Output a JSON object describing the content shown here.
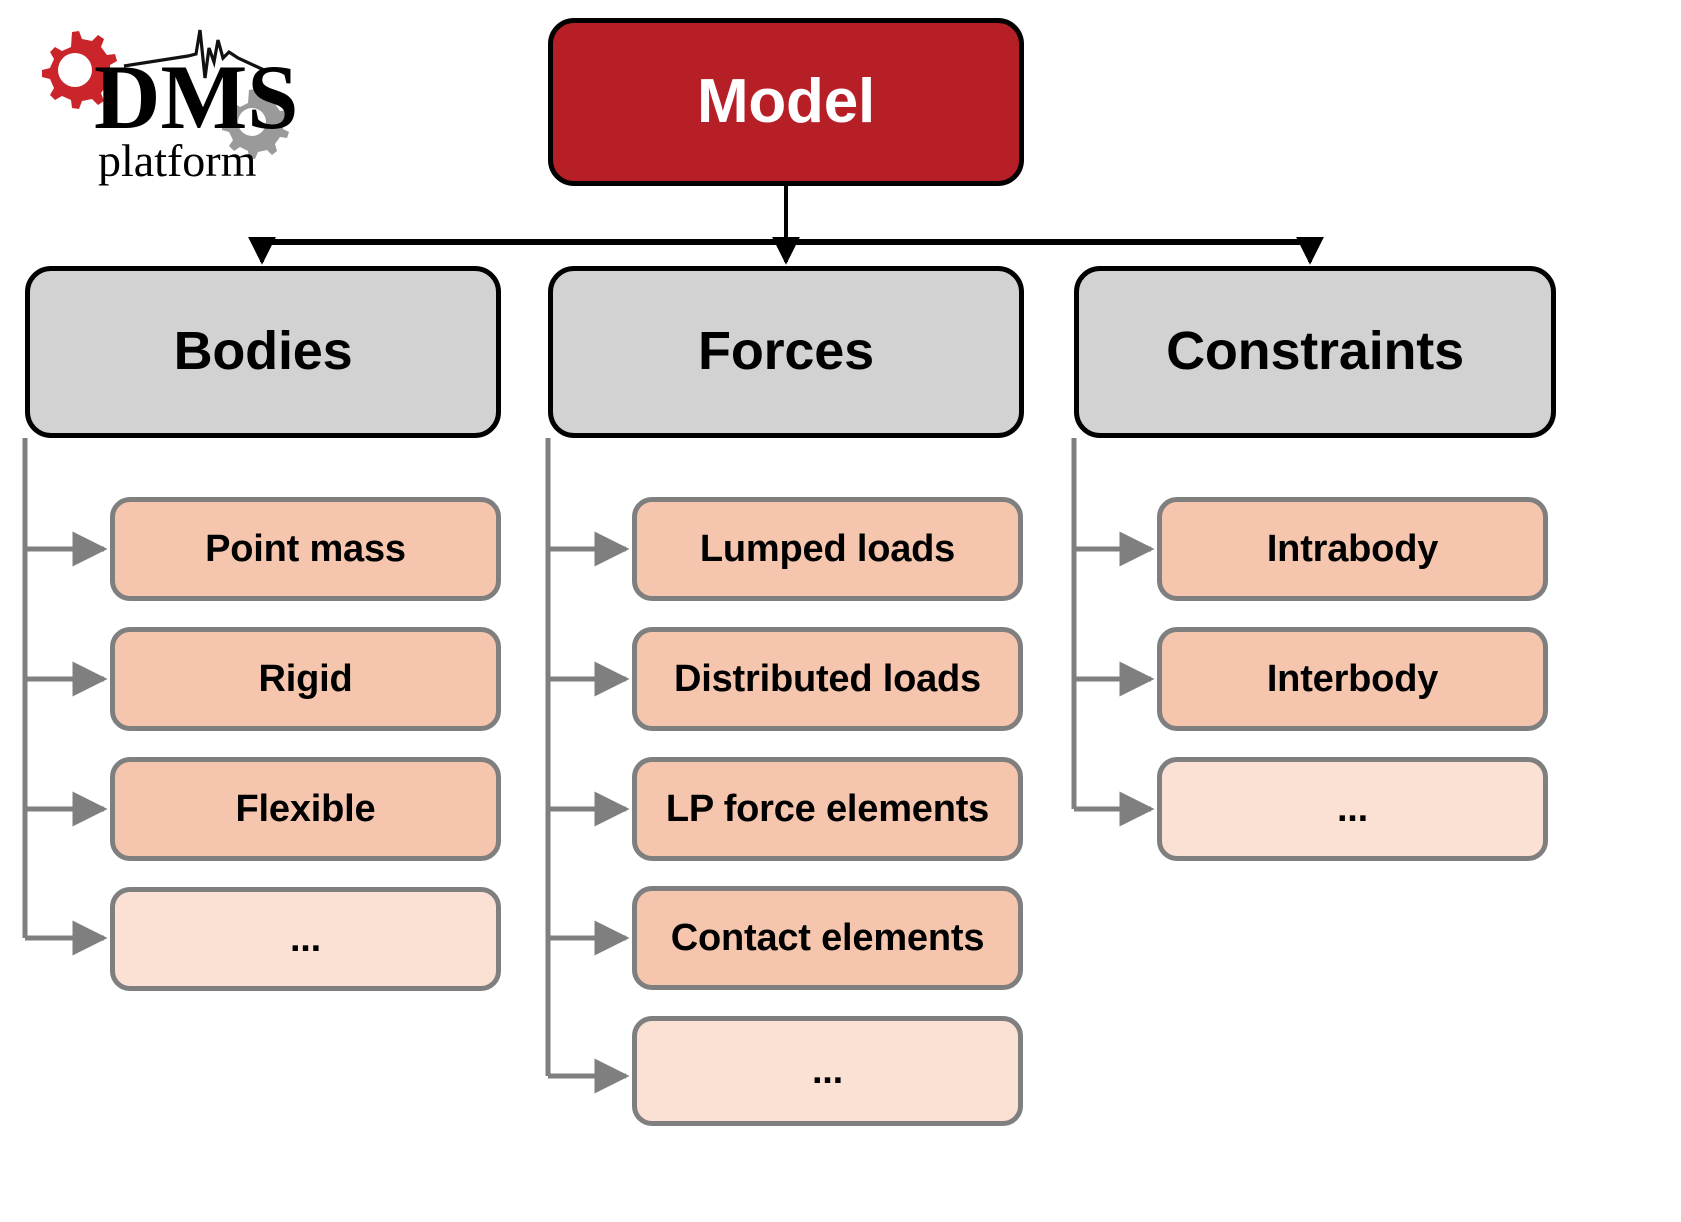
{
  "logo": {
    "brand": "DMS",
    "subtitle": "platform",
    "gear_left_color": "#C9252B",
    "gear_right_color": "#9A9A9A",
    "wave_color": "#111111"
  },
  "colors": {
    "root_fill": "#B61F26",
    "root_text": "#FFFFFF",
    "group_fill": "#D2D2D2",
    "group_border": "#000000",
    "leaf_fill": "#F5C6AD",
    "leaf_fill_muted": "#FBE0D4",
    "leaf_border": "#7F7F7F",
    "connector_top": "#000000",
    "connector_branch": "#7F7F7F",
    "background": "#FFFFFF"
  },
  "diagram": {
    "type": "hierarchy-tree",
    "root": {
      "label": "Model"
    },
    "groups": [
      {
        "label": "Bodies",
        "children": [
          {
            "label": "Point mass",
            "muted": false
          },
          {
            "label": "Rigid",
            "muted": false
          },
          {
            "label": "Flexible",
            "muted": false
          },
          {
            "label": "...",
            "muted": true
          }
        ]
      },
      {
        "label": "Forces",
        "children": [
          {
            "label": "Lumped loads",
            "muted": false
          },
          {
            "label": "Distributed loads",
            "muted": false
          },
          {
            "label": "LP force elements",
            "muted": false
          },
          {
            "label": "Contact elements",
            "muted": false
          },
          {
            "label": "...",
            "muted": true
          }
        ]
      },
      {
        "label": "Constraints",
        "children": [
          {
            "label": "Intrabody",
            "muted": false
          },
          {
            "label": "Interbody",
            "muted": false
          },
          {
            "label": "...",
            "muted": true
          }
        ]
      }
    ]
  }
}
